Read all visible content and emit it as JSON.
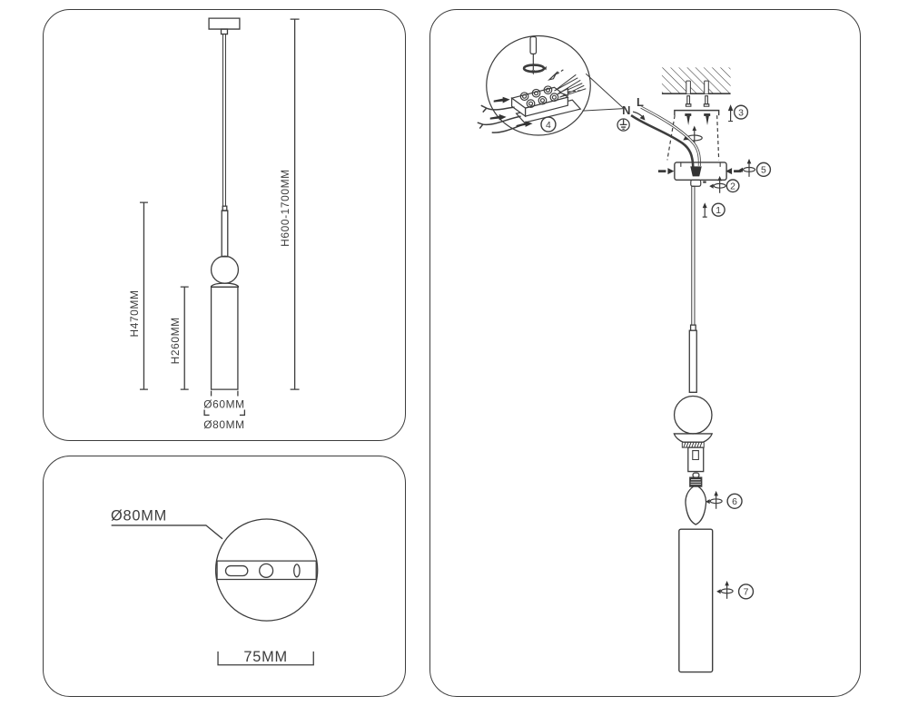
{
  "colors": {
    "line": "#3d3d3d",
    "fill_dark": "#333333",
    "background": "#ffffff"
  },
  "dimension_panel": {
    "overall_height": "H600-1700MM",
    "fixture_height": "H470MM",
    "shade_height": "H260MM",
    "shade_diameter": "Ø60MM",
    "fixture_diameter": "Ø80MM"
  },
  "canopy_panel": {
    "plate_diameter": "Ø80MM",
    "hole_spacing": "75MM"
  },
  "assembly_panel": {
    "wire_neutral": "N",
    "wire_live": "L",
    "steps": [
      "1",
      "2",
      "3",
      "4",
      "5",
      "6",
      "7"
    ]
  },
  "icons": {
    "screwdriver_icon": "screwdriver",
    "rotation_washer_icon": "rotate",
    "screw_rotate_icon": "screw-rotate",
    "insert_arrow_icon": "up-arrow",
    "ground_icon": "earth-ground",
    "ceiling_hatch_icon": "hatched-ceiling"
  }
}
